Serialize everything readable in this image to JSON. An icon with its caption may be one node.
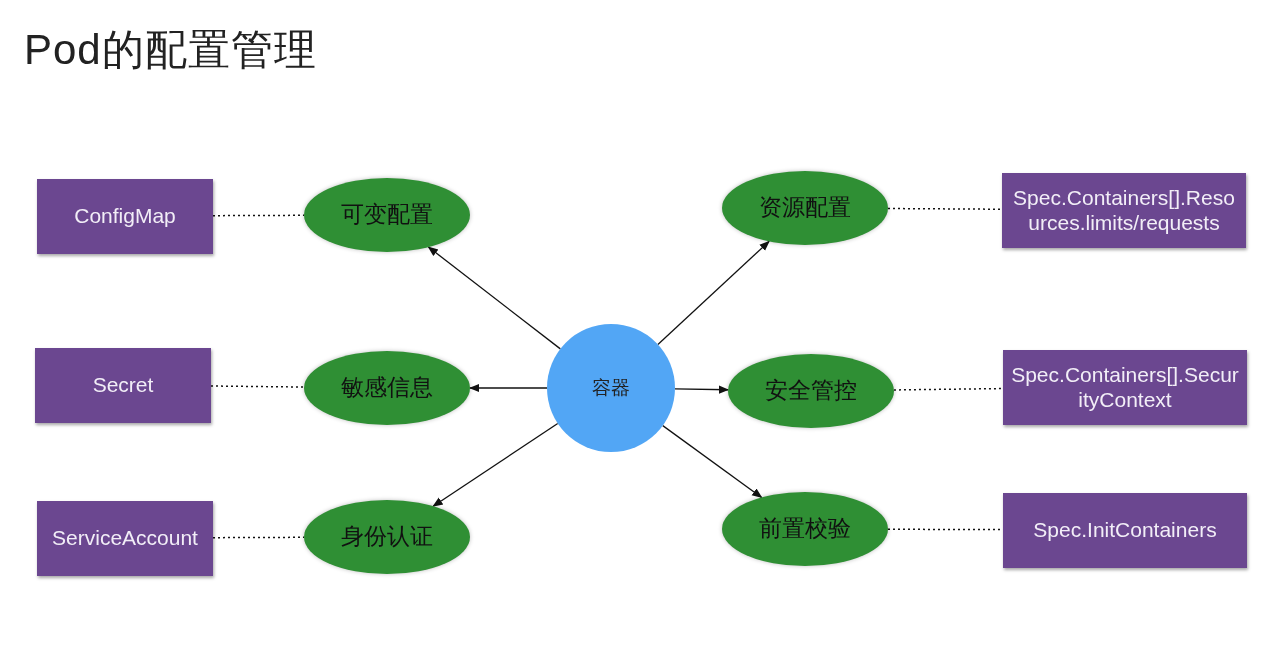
{
  "diagram": {
    "title": "Pod的配置管理",
    "nodes": [
      {
        "text": [
          "ConfigMap"
        ]
      },
      {
        "text": [
          "可变配置"
        ]
      },
      {
        "text": [
          "资源配置"
        ]
      },
      {
        "text": [
          "Spec.Containers[].Resources.limits/requests"
        ]
      },
      {
        "text": [
          "Secret"
        ]
      },
      {
        "text": [
          "敏感信息"
        ]
      },
      {
        "text": [
          "容器"
        ]
      },
      {
        "text": [
          "安全管控"
        ]
      },
      {
        "text": [
          "Spec.Containers[].SecurityContext"
        ]
      },
      {
        "text": [
          "ServiceAccount"
        ]
      },
      {
        "text": [
          "身份认证"
        ]
      },
      {
        "text": [
          "前置校验"
        ]
      },
      {
        "text": [
          "Spec.InitContainers"
        ]
      }
    ],
    "edges": [
      {
        "from": 6,
        "to": 1,
        "arrow": "to"
      },
      {
        "from": 6,
        "to": 5,
        "arrow": "to"
      },
      {
        "from": 6,
        "to": 10,
        "arrow": "to"
      },
      {
        "from": 6,
        "to": 2,
        "arrow": "to"
      },
      {
        "from": 6,
        "to": 7,
        "arrow": "to"
      },
      {
        "from": 6,
        "to": 11,
        "arrow": "to"
      },
      {
        "from": 0,
        "to": 1,
        "arrow": "none",
        "style": "dashed"
      },
      {
        "from": 4,
        "to": 5,
        "arrow": "none",
        "style": "dashed"
      },
      {
        "from": 9,
        "to": 10,
        "arrow": "none",
        "style": "dashed"
      },
      {
        "from": 2,
        "to": 3,
        "arrow": "none",
        "style": "dashed"
      },
      {
        "from": 7,
        "to": 8,
        "arrow": "none",
        "style": "dashed"
      },
      {
        "from": 11,
        "to": 12,
        "arrow": "none",
        "style": "dashed"
      }
    ]
  }
}
